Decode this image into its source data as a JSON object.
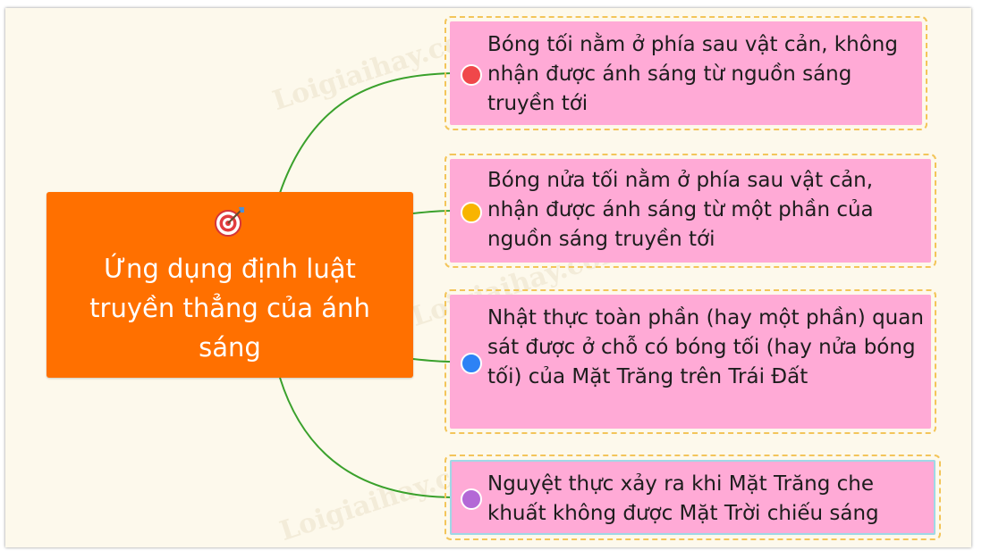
{
  "central_topic": {
    "icon": "target-icon",
    "title": "Ứng dụng định luật truyền thẳng của ánh sáng",
    "color": "#ff7000"
  },
  "topics": [
    {
      "text": "Bóng tối nằm ở phía sau vật cản, không nhận được ánh sáng từ nguồn sáng truyền tới",
      "dot_color": "#f0474a"
    },
    {
      "text": "Bóng nửa tối nằm ở phía sau vật cản, nhận được ánh sáng từ một phần của nguồn sáng truyền tới",
      "dot_color": "#f8b400"
    },
    {
      "text": "Nhật thực toàn phần (hay một phần) quan sát được ở chỗ có bóng tối (hay nửa bóng tối) của Mặt Trăng trên Trái Đất",
      "dot_color": "#2d82f5"
    },
    {
      "text": "Nguyệt thực xảy ra khi Mặt Trăng che khuất không được Mặt Trời chiếu sáng",
      "dot_color": "#b368d6"
    }
  ],
  "watermark": "Loigiaihay.com",
  "colors": {
    "connector": "#3aa12c",
    "topic_fill": "#ffaad6",
    "topic_border": "#f3c55a",
    "background": "#fdf9ec"
  }
}
